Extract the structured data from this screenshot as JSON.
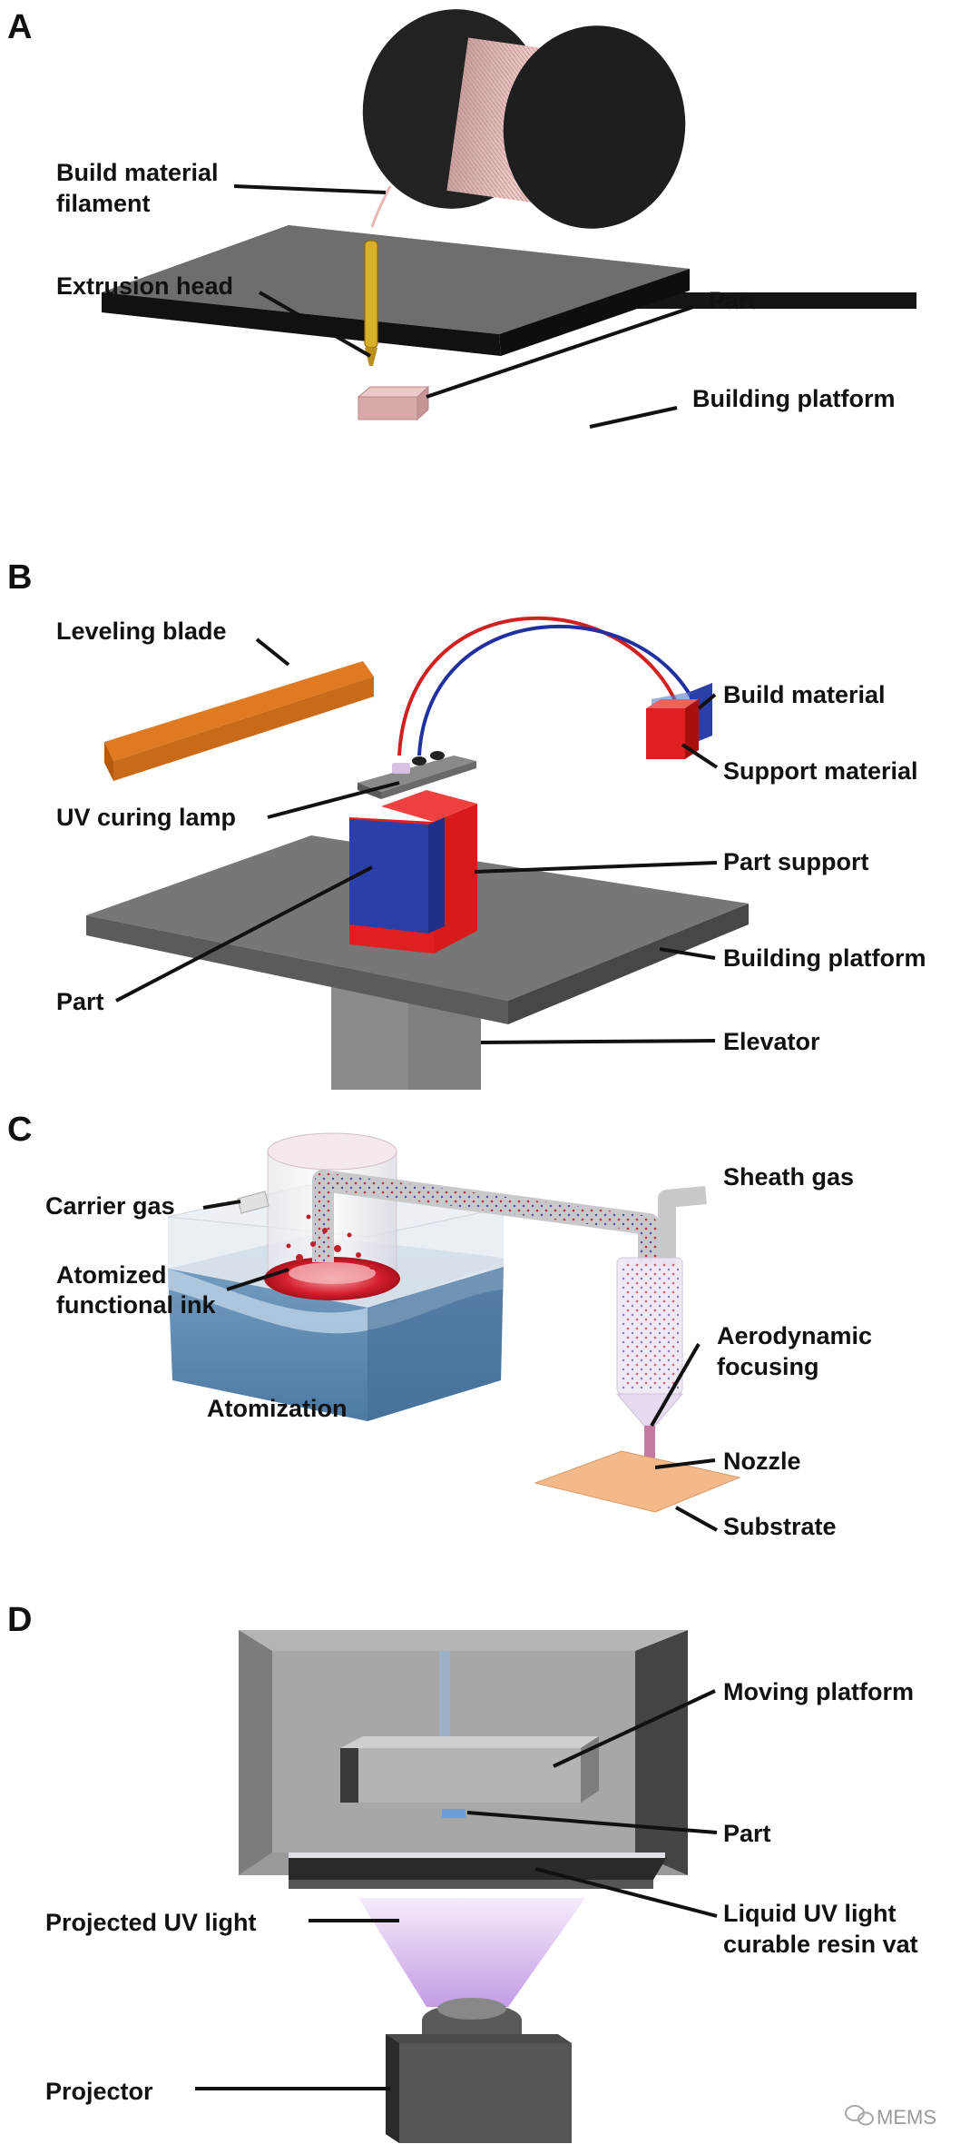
{
  "panels": {
    "a": {
      "letter": "A",
      "labels": {
        "filament_line1": "Build material",
        "filament_line2": "filament",
        "extrusion_head": "Extrusion head",
        "part": "Part",
        "building_platform": "Building platform"
      }
    },
    "b": {
      "letter": "B",
      "labels": {
        "leveling_blade": "Leveling blade",
        "build_material": "Build material",
        "support_material": "Support material",
        "uv_curing_lamp": "UV curing lamp",
        "part_support": "Part support",
        "part": "Part",
        "building_platform": "Building platform",
        "elevator": "Elevator"
      }
    },
    "c": {
      "letter": "C",
      "labels": {
        "carrier_gas": "Carrier gas",
        "sheath_gas": "Sheath gas",
        "atomized_line1": "Atomized",
        "atomized_line2": "functional ink",
        "atomization": "Atomization",
        "aero_line1": "Aerodynamic",
        "aero_line2": "focusing",
        "nozzle": "Nozzle",
        "substrate": "Substrate"
      }
    },
    "d": {
      "letter": "D",
      "labels": {
        "moving_platform": "Moving platform",
        "part": "Part",
        "projected_uv_light": "Projected UV light",
        "resin_line1": "Liquid UV light",
        "resin_line2": "curable resin vat",
        "projector": "Projector"
      }
    }
  },
  "watermark": "MEMS",
  "colors": {
    "platform_top": "#6e6e6e",
    "platform_side": "#151515",
    "spool": "#222222",
    "filament": "#e8b7b5",
    "extruder": "#d8b02a",
    "blade": "#e07a22",
    "build_blue": "#2a3fa8",
    "support_red": "#e02020",
    "ink_red": "#d81e2a",
    "water_blue": "#5b86ad",
    "substrate": "#f4b98a",
    "uv_purple": "#c9a4e6"
  }
}
